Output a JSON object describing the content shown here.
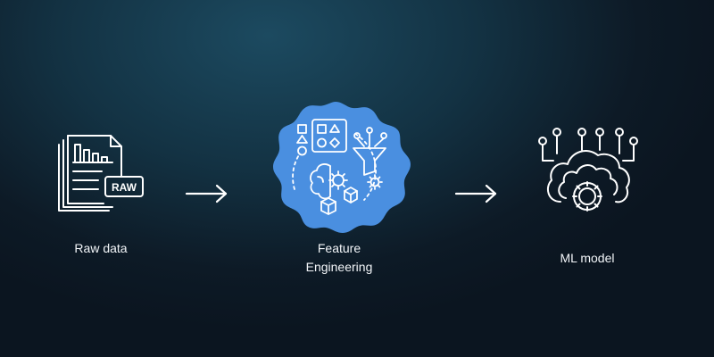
{
  "diagram": {
    "steps": [
      {
        "label": "Raw data",
        "icon": "raw-document-icon"
      },
      {
        "label_line1": "Feature",
        "label_line2": "Engineering",
        "icon": "feature-engineering-icon"
      },
      {
        "label": "ML model",
        "icon": "brain-gear-network-icon"
      }
    ],
    "raw_badge": "RAW",
    "colors": {
      "background": "#0d1a26",
      "badge_fill": "#4a8fe0",
      "stroke": "#ffffff"
    }
  }
}
